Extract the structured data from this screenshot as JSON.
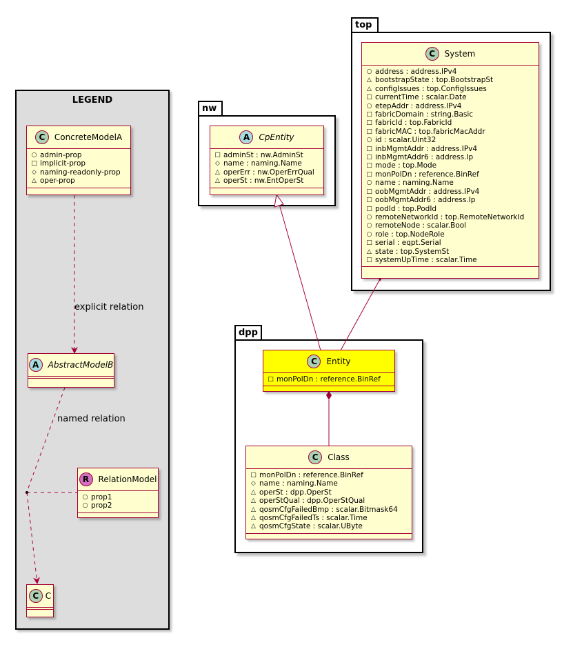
{
  "legend": {
    "title": "LEGEND",
    "classes": {
      "concrete": {
        "stereotype": "C",
        "name": "ConcreteModelA",
        "attrs": [
          {
            "vis": "+",
            "text": "admin-prop"
          },
          {
            "vis": "-",
            "text": "implicit-prop"
          },
          {
            "vis": "#",
            "text": "naming-readonly-prop"
          },
          {
            "vis": "~",
            "text": "oper-prop"
          }
        ]
      },
      "abstract": {
        "stereotype": "A",
        "name": "AbstractModelB"
      },
      "relation": {
        "stereotype": "R",
        "name": "RelationModel",
        "attrs": [
          {
            "vis": "+",
            "text": "prop1"
          },
          {
            "vis": "+",
            "text": "prop2"
          }
        ]
      },
      "c": {
        "stereotype": "C",
        "name": "C"
      }
    },
    "labels": {
      "explicit": "explicit relation",
      "named": "named relation"
    }
  },
  "packages": {
    "nw": "nw",
    "top": "top",
    "dpp": "dpp"
  },
  "classes": {
    "cpentity": {
      "stereotype": "A",
      "name": "CpEntity",
      "attrs": [
        {
          "vis": "-",
          "text": "adminSt : nw.AdminSt"
        },
        {
          "vis": "#",
          "text": "name : naming.Name"
        },
        {
          "vis": "~",
          "text": "operErr : nw.OperErrQual"
        },
        {
          "vis": "~",
          "text": "operSt : nw.EntOperSt"
        }
      ]
    },
    "system": {
      "stereotype": "C",
      "name": "System",
      "attrs": [
        {
          "vis": "+",
          "text": "address : address.IPv4"
        },
        {
          "vis": "~",
          "text": "bootstrapState : top.BootstrapSt"
        },
        {
          "vis": "~",
          "text": "configIssues : top.ConfigIssues"
        },
        {
          "vis": "-",
          "text": "currentTime : scalar.Date"
        },
        {
          "vis": "+",
          "text": "etepAddr : address.IPv4"
        },
        {
          "vis": "-",
          "text": "fabricDomain : string.Basic"
        },
        {
          "vis": "-",
          "text": "fabricId : top.FabricId"
        },
        {
          "vis": "-",
          "text": "fabricMAC : top.fabricMacAddr"
        },
        {
          "vis": "+",
          "text": "id : scalar.Uint32"
        },
        {
          "vis": "-",
          "text": "inbMgmtAddr : address.IPv4"
        },
        {
          "vis": "-",
          "text": "inbMgmtAddr6 : address.Ip"
        },
        {
          "vis": "-",
          "text": "mode : top.Mode"
        },
        {
          "vis": "-",
          "text": "monPolDn : reference.BinRef"
        },
        {
          "vis": "+",
          "text": "name : naming.Name"
        },
        {
          "vis": "-",
          "text": "oobMgmtAddr : address.IPv4"
        },
        {
          "vis": "-",
          "text": "oobMgmtAddr6 : address.Ip"
        },
        {
          "vis": "-",
          "text": "podId : top.PodId"
        },
        {
          "vis": "+",
          "text": "remoteNetworkId : top.RemoteNetworkId"
        },
        {
          "vis": "+",
          "text": "remoteNode : scalar.Bool"
        },
        {
          "vis": "+",
          "text": "role : top.NodeRole"
        },
        {
          "vis": "-",
          "text": "serial : eqpt.Serial"
        },
        {
          "vis": "~",
          "text": "state : top.SystemSt"
        },
        {
          "vis": "-",
          "text": "systemUpTime : scalar.Time"
        }
      ]
    },
    "entity": {
      "stereotype": "C",
      "name": "Entity",
      "attrs": [
        {
          "vis": "-",
          "text": "monPolDn : reference.BinRef"
        }
      ]
    },
    "class": {
      "stereotype": "C",
      "name": "Class",
      "attrs": [
        {
          "vis": "-",
          "text": "monPolDn : reference.BinRef"
        },
        {
          "vis": "#",
          "text": "name : naming.Name"
        },
        {
          "vis": "~",
          "text": "operSt : dpp.OperSt"
        },
        {
          "vis": "~",
          "text": "operStQual : dpp.OperStQual"
        },
        {
          "vis": "~",
          "text": "qosmCfgFailedBmp : scalar.Bitmask64"
        },
        {
          "vis": "~",
          "text": "qosmCfgFailedTs : scalar.Time"
        },
        {
          "vis": "~",
          "text": "qosmCfgState : scalar.UByte"
        }
      ]
    }
  },
  "colors": {
    "class_fill": "#fefece",
    "class_border": "#a80036",
    "highlight": "#ffff00",
    "legend_bg": "#dddddd"
  }
}
